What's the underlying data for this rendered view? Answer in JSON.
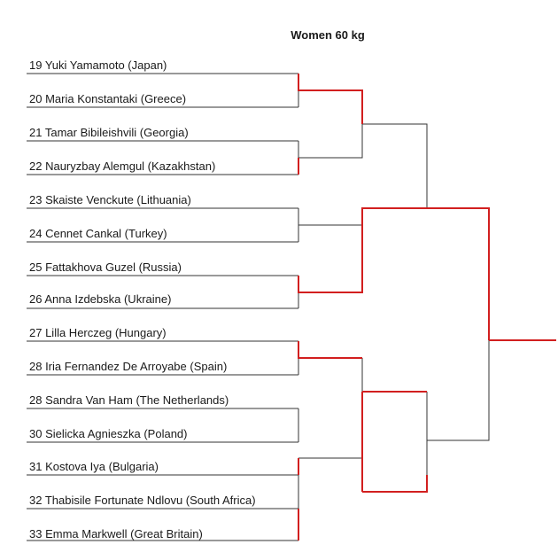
{
  "title": "Women 60 kg",
  "colors": {
    "line": "#333333",
    "winner": "#d21f1f"
  },
  "entries": [
    {
      "label": "19 Yuki Yamamoto (Japan)"
    },
    {
      "label": "20 Maria Konstantaki (Greece)"
    },
    {
      "label": "21 Tamar Bibileishvili (Georgia)"
    },
    {
      "label": "22 Nauryzbay Alemgul (Kazakhstan)"
    },
    {
      "label": "23 Skaiste Venckute (Lithuania)"
    },
    {
      "label": "24 Cennet Cankal (Turkey)"
    },
    {
      "label": "25 Fattakhova Guzel  (Russia)"
    },
    {
      "label": "26 Anna Izdebska  (Ukraine)"
    },
    {
      "label": "27 Lilla Herczeg (Hungary)"
    },
    {
      "label": "28 Iria Fernandez De Arroyabe (Spain)"
    },
    {
      "label": "28 Sandra Van Ham (The Netherlands)"
    },
    {
      "label": "30 Sielicka Agnieszka (Poland)"
    },
    {
      "label": "31 Kostova Iya (Bulgaria)"
    },
    {
      "label": "32 Thabisile Fortunate Ndlovu (South Africa)"
    },
    {
      "label": "33 Emma Markwell  (Great Britain)"
    }
  ]
}
